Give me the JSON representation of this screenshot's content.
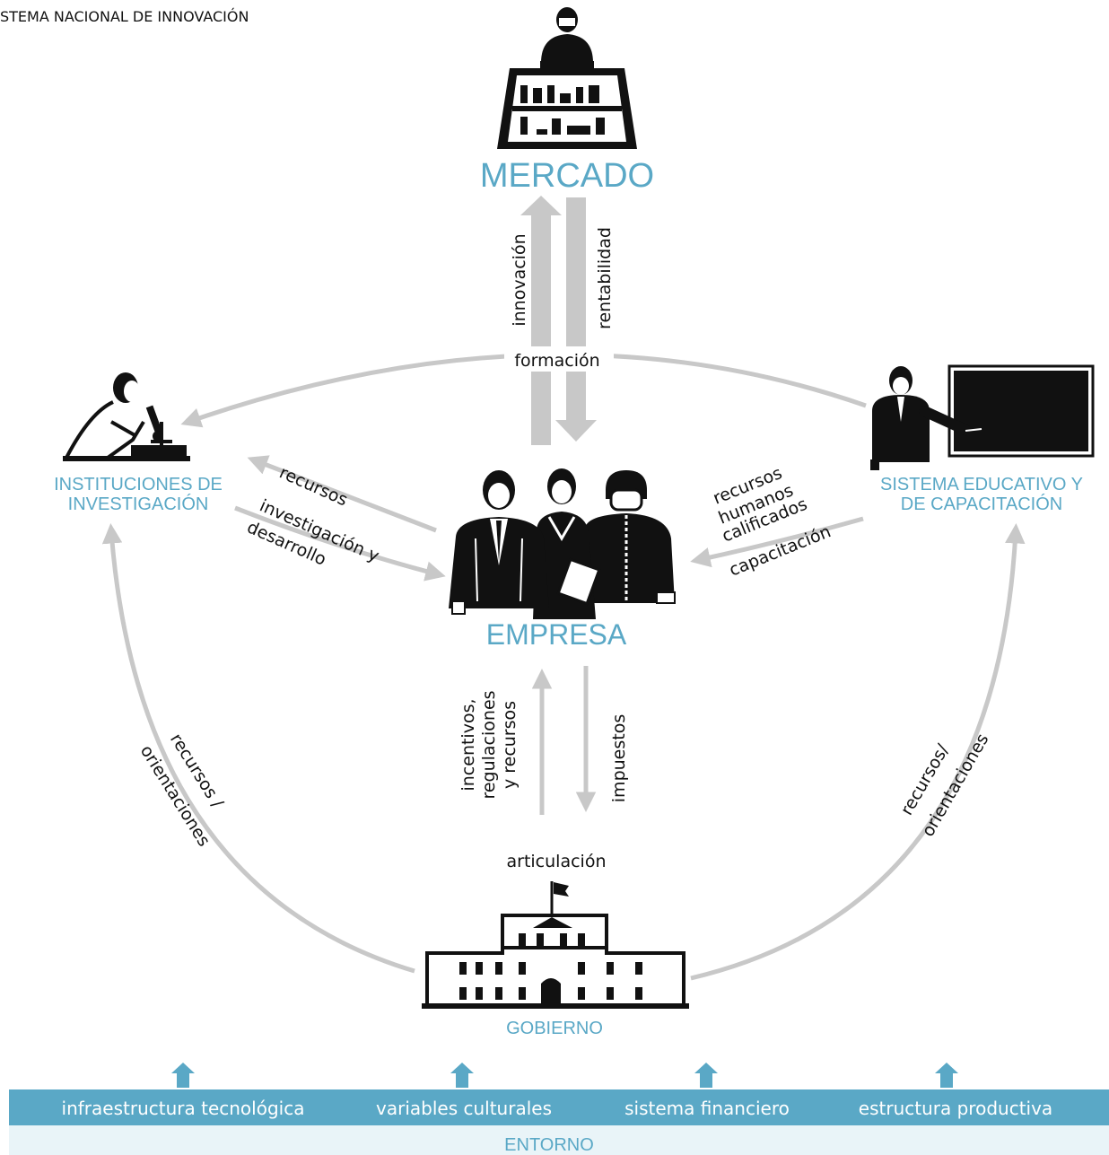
{
  "title": "STEMA NACIONAL DE INNOVACIÓN",
  "nodes": {
    "mercado": "MERCADO",
    "empresa": "EMPRESA",
    "gobierno": "GOBIERNO",
    "instituciones": [
      "INSTITUCIONES DE",
      "INVESTIGACIÓN"
    ],
    "educativo": [
      "SISTEMA EDUCATIVO Y",
      "DE CAPACITACIÓN"
    ]
  },
  "flows": {
    "innovacion": "innovación",
    "rentabilidad": "rentabilidad",
    "formacion": "formación",
    "recursos_inst": "recursos",
    "investigacion": [
      "investigación y",
      "desarrollo"
    ],
    "recursos_humanos": [
      "recursos",
      "humanos",
      "calificados"
    ],
    "capacitacion": "capacitación",
    "incentivos": [
      "incentivos,",
      "regulaciones",
      "y recursos"
    ],
    "impuestos": "impuestos",
    "articulacion": "articulación",
    "recursos_left": [
      "recursos /",
      "orientaciones"
    ],
    "recursos_right": [
      "recursos/",
      "orientaciones"
    ]
  },
  "entorno": {
    "label": "ENTORNO",
    "items": [
      "infraestructura tecnológica",
      "variables culturales",
      "sistema financiero",
      "estructura productiva"
    ]
  },
  "colors": {
    "accent": "#5aa8c6",
    "arrow": "#c8c8c8",
    "ink": "#111111",
    "entorno_bg": "#e9f4f8"
  }
}
